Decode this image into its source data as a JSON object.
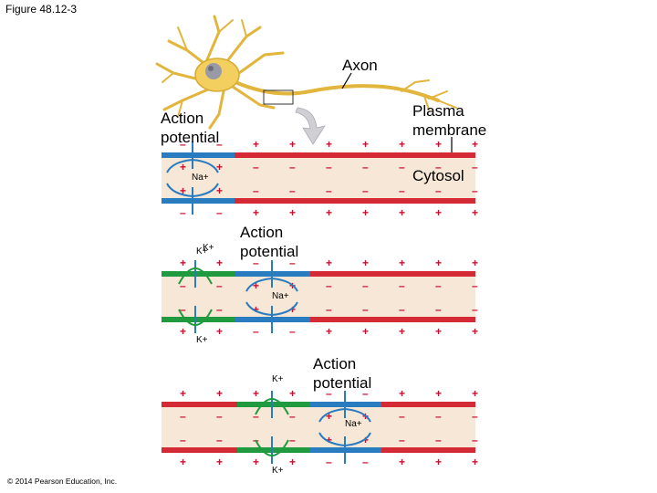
{
  "figure_label": "Figure 48.12-3",
  "labels": {
    "axon": "Axon",
    "plasma_membrane": "Plasma\nmembrane",
    "cytosol": "Cytosol",
    "action_potential": "Action\npotential",
    "na_ion": "Na+",
    "k_ion": "K+"
  },
  "copyright": "© 2014 Pearson Education, Inc.",
  "colors": {
    "membrane_resting": "#d42a36",
    "membrane_depolarized": "#2a7cc1",
    "membrane_refractory": "#1f9a3f",
    "cytosol": "#f6e7d6",
    "arrow": "#2a7cc1",
    "neuron": "#f3cf5f"
  },
  "panels": [
    {
      "name": "panel-1",
      "action_potential_at": "left"
    },
    {
      "name": "panel-2",
      "action_potential_at": "middle"
    },
    {
      "name": "panel-3",
      "action_potential_at": "right"
    }
  ]
}
